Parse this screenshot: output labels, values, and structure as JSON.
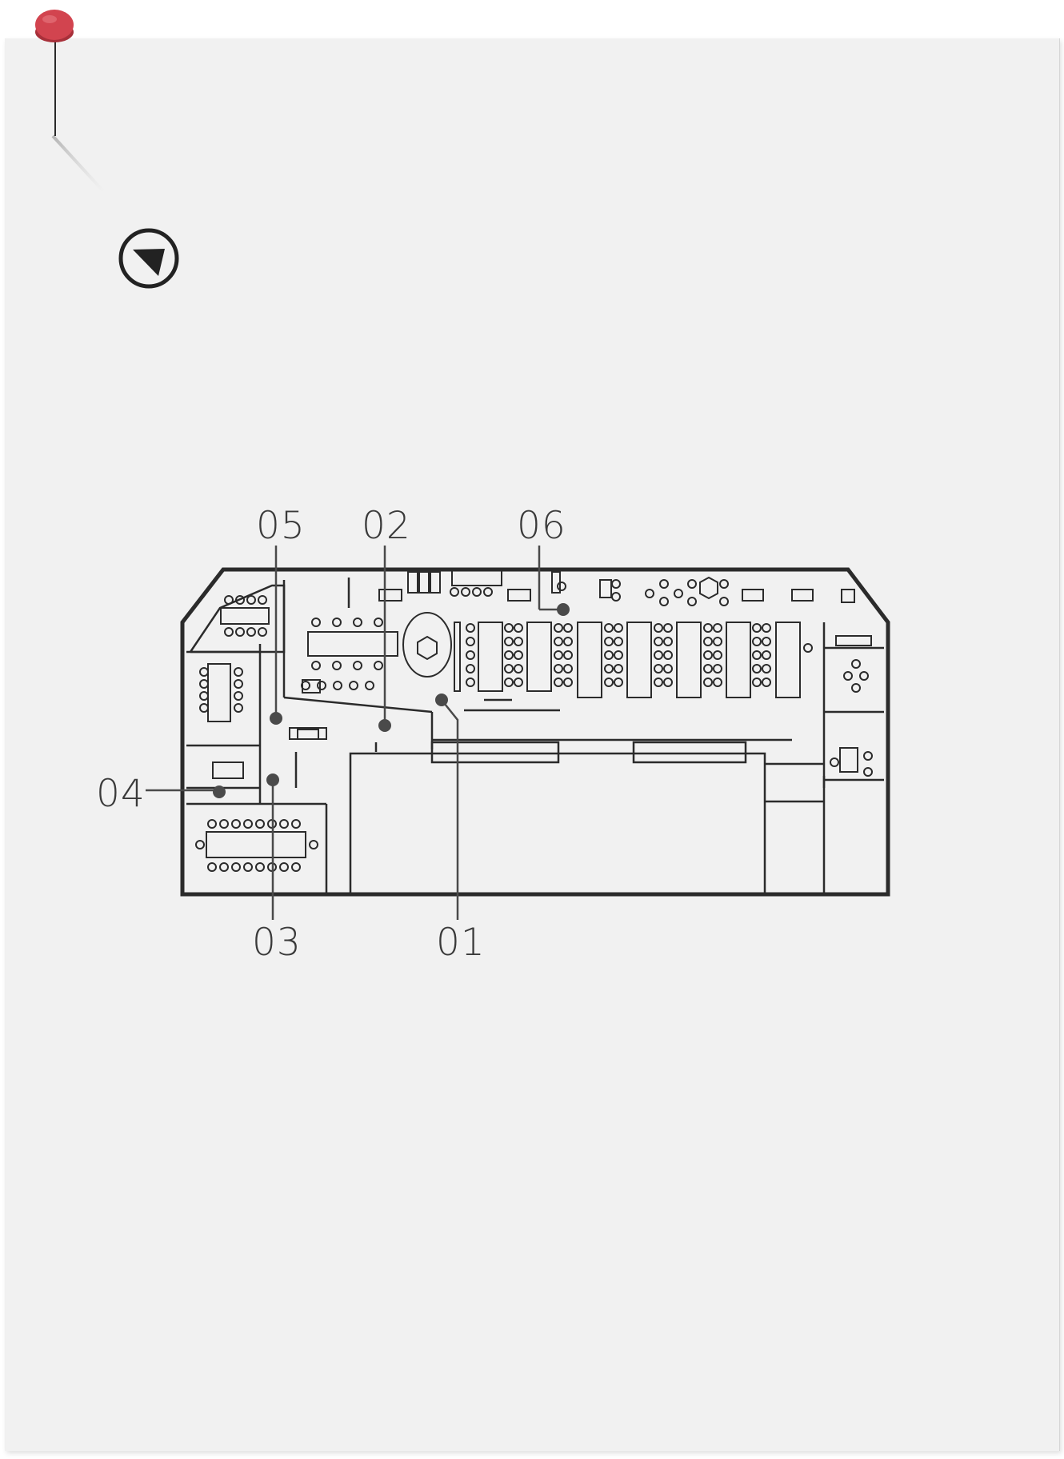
{
  "labels": {
    "l05": "05",
    "l02": "02",
    "l06": "06",
    "l04": "04",
    "l03": "03",
    "l01": "01"
  },
  "icons": {
    "pin": "push-pin-icon",
    "compass": "north-arrow-icon"
  },
  "colors": {
    "paper": "#f1f1f1",
    "pin": "#d2444f",
    "line": "#2b2b2b",
    "marker": "#4a4a4a"
  }
}
